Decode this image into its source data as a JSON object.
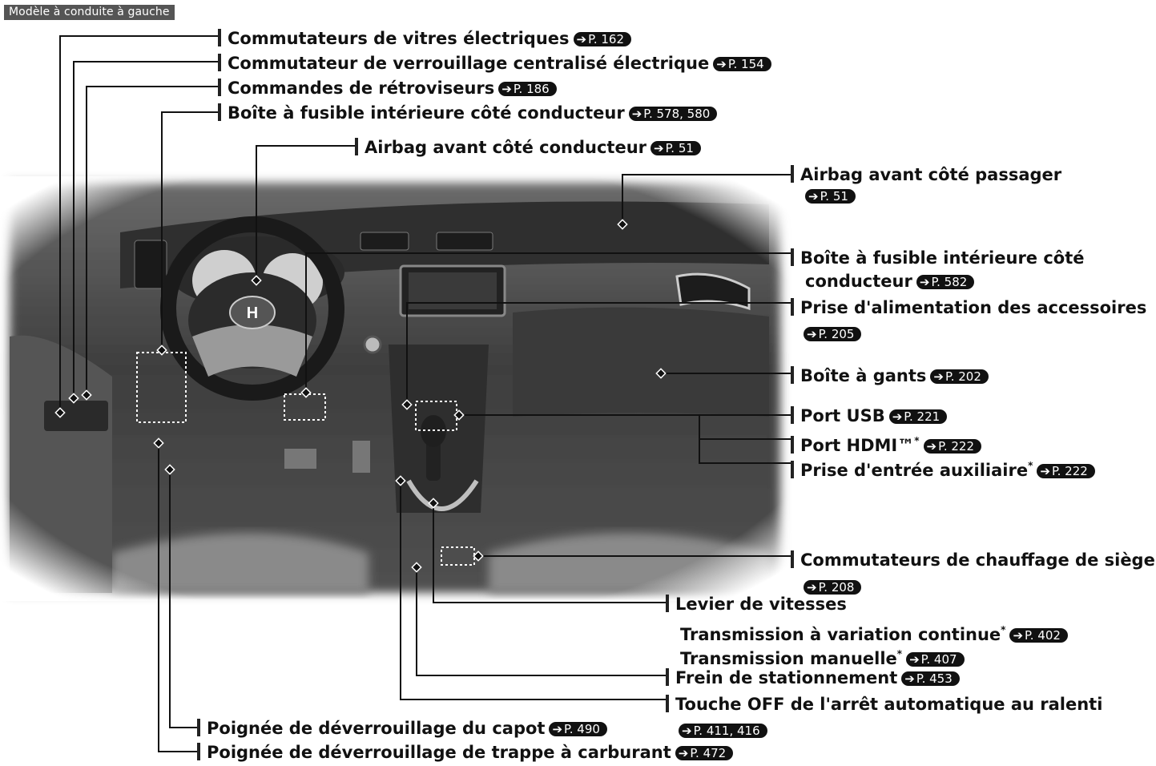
{
  "model_tag": "Modèle à conduite à gauche",
  "ref_arrow": "➔",
  "labels": {
    "window_switches": {
      "text": "Commutateurs de vitres électriques",
      "ref": "P. 162"
    },
    "door_lock": {
      "text": "Commutateur de verrouillage centralisé électrique",
      "ref": "P. 154"
    },
    "mirror_controls": {
      "text": "Commandes de rétroviseurs",
      "ref": "P. 186"
    },
    "fuse_box_driver": {
      "text": "Boîte à fusible intérieure côté conducteur",
      "ref": "P. 578, 580"
    },
    "airbag_driver": {
      "text": "Airbag avant côté conducteur",
      "ref": "P. 51"
    },
    "airbag_passenger": {
      "line1": "Airbag avant côté passager",
      "ref": "P. 51"
    },
    "fuse_box_2": {
      "line1": "Boîte à fusible intérieure côté",
      "line2": "conducteur",
      "ref": "P. 582"
    },
    "accessory_socket": {
      "line1": "Prise d'alimentation des accessoires",
      "ref": "P. 205"
    },
    "glove_box": {
      "text": "Boîte à gants",
      "ref": "P. 202"
    },
    "usb_port": {
      "text": "Port USB",
      "ref": "P. 221"
    },
    "hdmi_port": {
      "text": "Port HDMI™",
      "star": "*",
      "ref": "P. 222"
    },
    "aux_input": {
      "text": "Prise d'entrée auxiliaire",
      "star": "*",
      "ref": "P. 222"
    },
    "seat_heater": {
      "line1": "Commutateurs de chauffage de siège",
      "ref": "P. 208"
    },
    "gear_lever": {
      "text": "Levier de vitesses"
    },
    "cvt": {
      "text": "Transmission à variation continue",
      "star": "*",
      "ref": "P. 402"
    },
    "manual": {
      "text": "Transmission manuelle",
      "star": "*",
      "ref": "P. 407"
    },
    "parking_brake": {
      "text": "Frein de stationnement",
      "ref": "P. 453"
    },
    "idle_stop": {
      "line1": "Touche OFF de l'arrêt automatique au ralenti",
      "ref": "P. 411, 416"
    },
    "hood_release": {
      "text": "Poignée de déverrouillage du capot",
      "ref": "P. 490"
    },
    "fuel_door": {
      "text": "Poignée de déverrouillage de trappe à carburant",
      "ref": "P. 472"
    }
  },
  "logo_text": "H"
}
